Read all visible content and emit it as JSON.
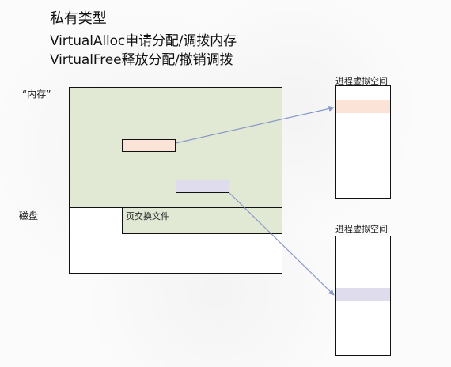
{
  "headline": {
    "title": "私有类型",
    "line_1": "VirtualAlloc申请分配/调拨内存",
    "line_2": "VirtualFree释放分配/撤销调拨"
  },
  "diagram": {
    "memory_label": "“内存”",
    "disk_label": "磁盘",
    "page_file_label": "页交换文件",
    "process_space_label": "进程虚拟空间"
  },
  "colors": {
    "memory_fill": "#e1e8d4",
    "block_peach": "#fbe3d7",
    "block_lavender": "#dfdced",
    "arrow": "#8798c9"
  },
  "icons": {
    "arrow_head_1": "arrowhead",
    "arrow_head_2": "arrowhead"
  }
}
